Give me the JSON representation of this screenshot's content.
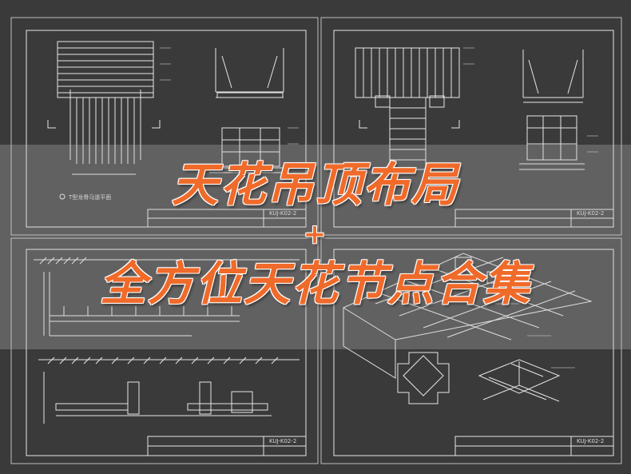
{
  "title_line1": "天花吊顶布局",
  "separator": "+",
  "title_line2": "全方位天花节点合集",
  "sheets": [
    {
      "drawing_label": "T型龙骨马道平面",
      "code": "KUJ-K02-2"
    },
    {
      "drawing_label": "",
      "code": "KUJ-K02-2"
    },
    {
      "drawing_label": "",
      "code": "KUJ-K02-2"
    },
    {
      "drawing_label": "",
      "code": "KUJ-K02-2"
    }
  ]
}
